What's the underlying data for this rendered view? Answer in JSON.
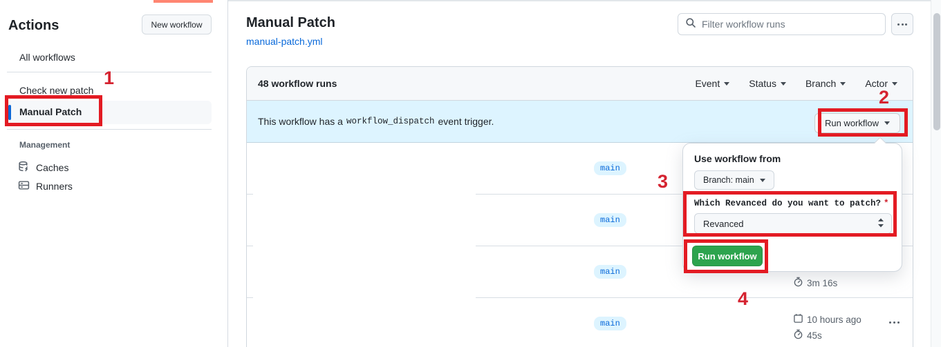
{
  "annotations": {
    "step1": "1",
    "step2": "2",
    "step3": "3",
    "step4": "4"
  },
  "sidebar": {
    "title": "Actions",
    "new_workflow_button": "New workflow",
    "items": [
      {
        "label": "All workflows"
      },
      {
        "label": "Check new patch"
      },
      {
        "label": "Manual Patch",
        "selected": true
      }
    ],
    "management": {
      "heading": "Management",
      "items": [
        {
          "label": "Caches",
          "icon": "cache-icon"
        },
        {
          "label": "Runners",
          "icon": "runners-icon"
        }
      ]
    }
  },
  "header": {
    "title": "Manual Patch",
    "workflow_file_link": "manual-patch.yml",
    "filter_placeholder": "Filter workflow runs",
    "overflow_icon": "kebab-icon"
  },
  "runs_panel": {
    "count_label": "48 workflow runs",
    "filters": [
      {
        "label": "Event"
      },
      {
        "label": "Status"
      },
      {
        "label": "Branch"
      },
      {
        "label": "Actor"
      }
    ],
    "banner": {
      "text_before": "This workflow has a",
      "code": "workflow_dispatch",
      "text_after": "event trigger.",
      "run_workflow_button": "Run workflow"
    },
    "rows": [
      {
        "branch": "main"
      },
      {
        "branch": "main"
      },
      {
        "branch": "main",
        "duration": "3m 16s"
      },
      {
        "branch": "main",
        "time": "10 hours ago",
        "duration": "45s"
      }
    ]
  },
  "dropdown": {
    "use_workflow_from": "Use workflow from",
    "branch_button": "Branch: main",
    "input_label": "Which Revanced do you want to patch?",
    "required_marker": "*",
    "select_value": "Revanced",
    "run_button": "Run workflow"
  },
  "colors": {
    "accent_blue": "#0969da",
    "banner_blue": "#ddf4ff",
    "badge_bg": "#ddf4ff",
    "badge_text": "#0969da",
    "button_green": "#2da44e",
    "annotation_red": "#e31b23",
    "strip_orange": "#ff8672",
    "muted_text": "#57606a"
  }
}
